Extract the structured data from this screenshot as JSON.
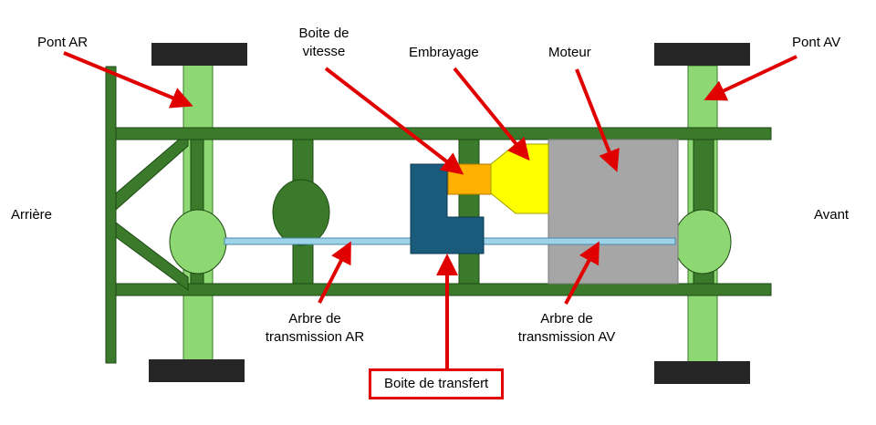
{
  "labels": {
    "pont_ar": "Pont AR",
    "pont_av": "Pont AV",
    "boite_vitesse_l1": "Boite de",
    "boite_vitesse_l2": "vitesse",
    "embrayage": "Embrayage",
    "moteur": "Moteur",
    "arriere": "Arrière",
    "avant": "Avant",
    "arbre_ar_l1": "Arbre de",
    "arbre_ar_l2": "transmission AR",
    "arbre_av_l1": "Arbre de",
    "arbre_av_l2": "transmission AV",
    "boite_transfert": "Boite de transfert"
  },
  "colors": {
    "frame_green": "#3a7a2a",
    "axle_light_green": "#8ed873",
    "tire_black": "#262626",
    "shaft_light_blue": "#9dd4ea",
    "transfer_case_blue": "#1a5a7a",
    "gearbox_orange": "#ffb000",
    "clutch_yellow": "#ffff00",
    "engine_gray": "#a6a6a6",
    "arrow_red": "#e00000"
  }
}
